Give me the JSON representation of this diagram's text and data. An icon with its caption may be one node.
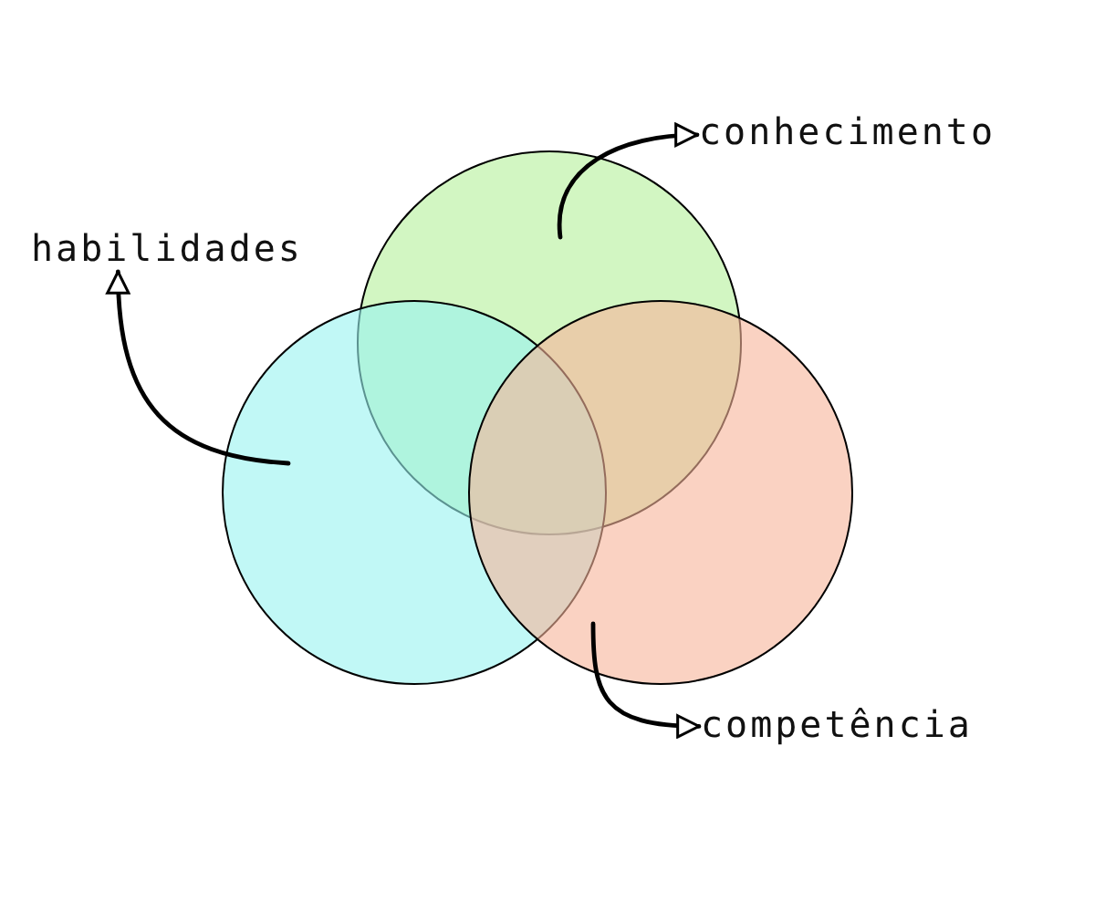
{
  "diagram": {
    "nodes": [
      {
        "text": [],
        "shape": "circle"
      },
      {
        "text": [],
        "shape": "circle"
      },
      {
        "text": [],
        "shape": "circle"
      },
      {
        "text": [
          "conhecimento"
        ]
      },
      {
        "text": [
          "habilidades"
        ]
      },
      {
        "text": [
          "competência"
        ]
      }
    ],
    "edges": [
      {
        "from": 0,
        "to": 3,
        "arrow": "to"
      },
      {
        "from": 1,
        "to": 4,
        "arrow": "to"
      },
      {
        "from": 2,
        "to": 5,
        "arrow": "to"
      }
    ]
  }
}
